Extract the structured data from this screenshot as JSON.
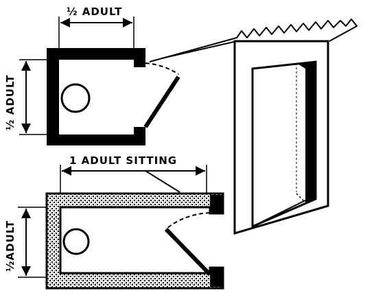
{
  "labels": {
    "top_width": "½ ADULT",
    "top_depth": "½ ADULT",
    "bottom_width": "1 ADULT SITTING",
    "bottom_depth": "½ADULT"
  },
  "colors": {
    "ink": "#000000",
    "paper": "#ffffff",
    "speckle": "#6b6b6b"
  }
}
